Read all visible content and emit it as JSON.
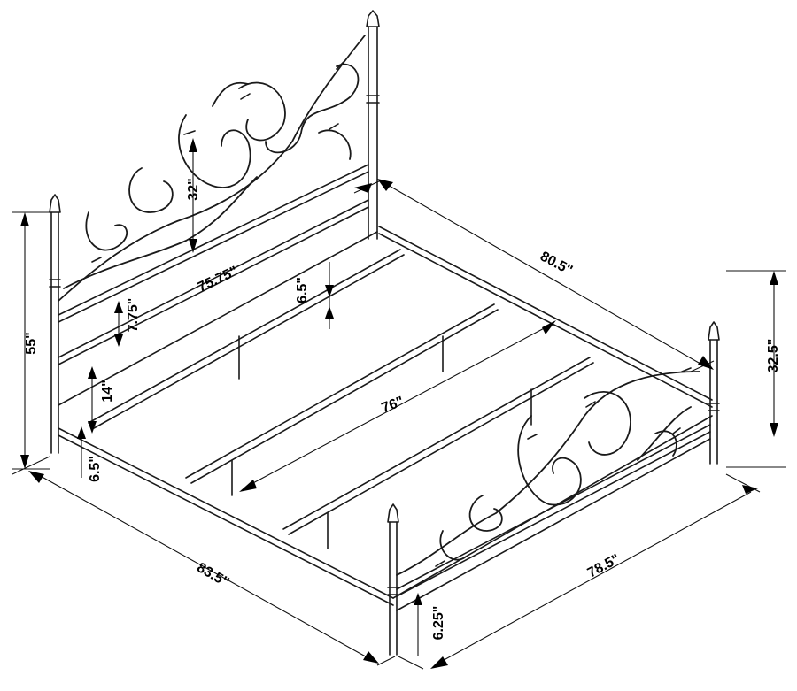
{
  "diagram": {
    "dimensions": {
      "headboard_height": "55\"",
      "headboard_scroll_height": "32\"",
      "headboard_width": "75.75\"",
      "headboard_rail_gap": "7.75\"",
      "slat_spacing": "6.5\"",
      "frame_clearance_head": "14\"",
      "leg_clearance_head": "6.5\"",
      "overall_length": "80.5\"",
      "inner_length": "76\"",
      "footboard_height": "32.5\"",
      "overall_width": "83.5\"",
      "footboard_width": "78.5\"",
      "leg_clearance_foot": "6.25\""
    }
  }
}
